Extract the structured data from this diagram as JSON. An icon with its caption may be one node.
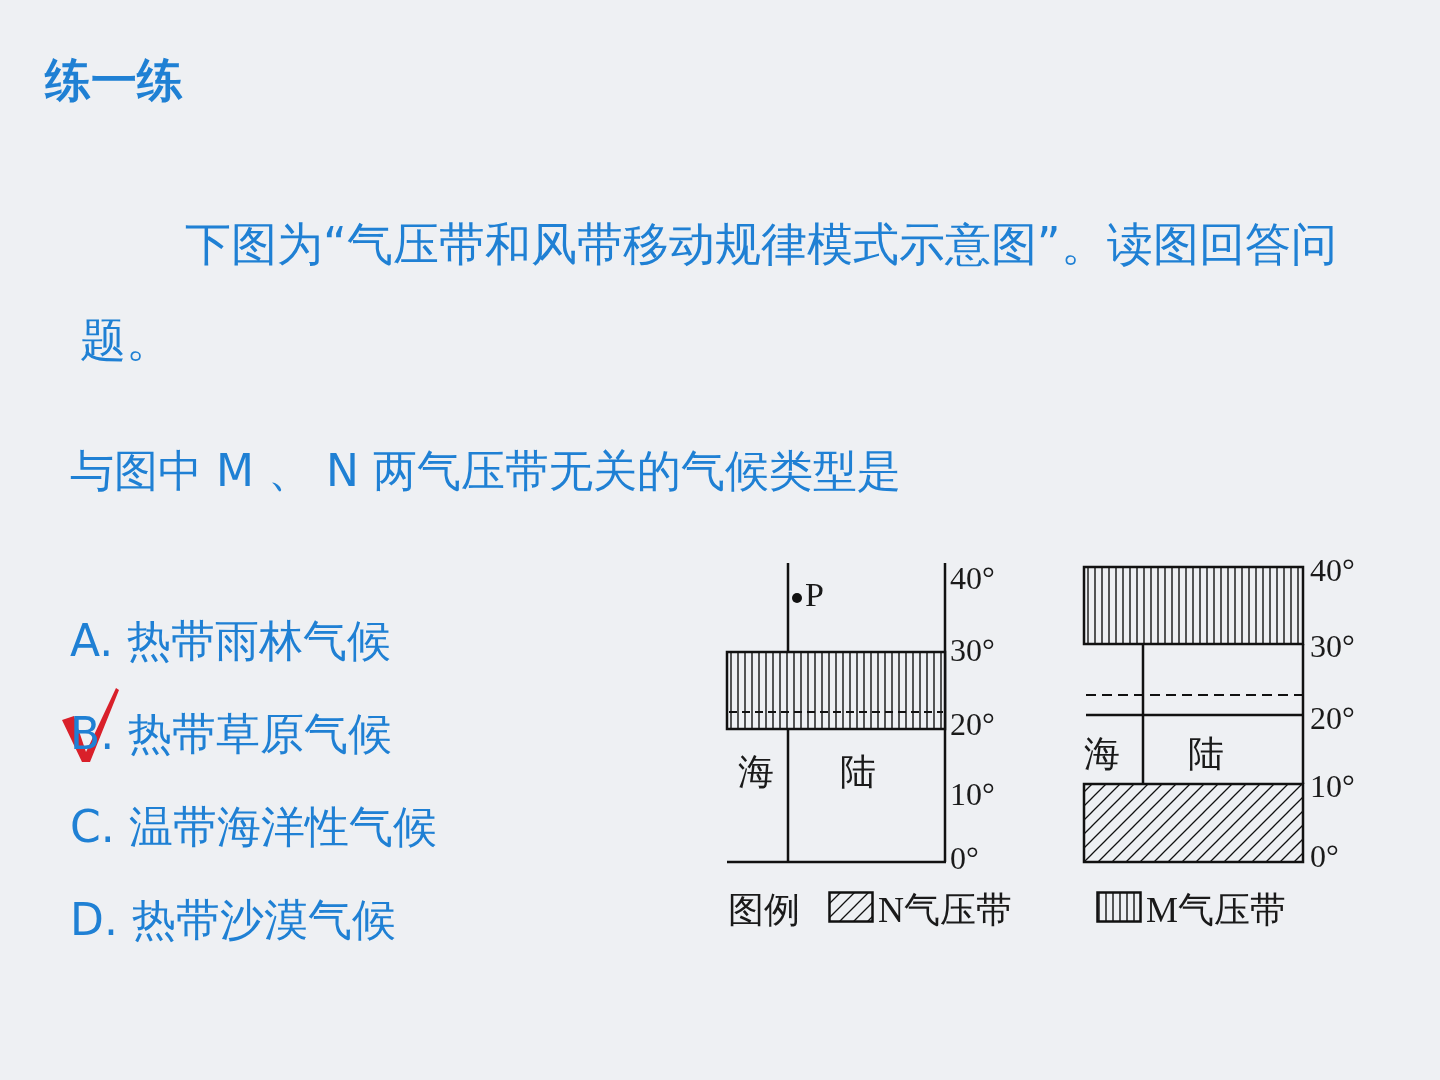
{
  "diagram": {
    "title": "练一练",
    "labels": [
      "下图为“气压带和风带移动规律模式示意图”。读图回答问题。",
      "与图中 M 、 N 两气压带无关的气候类型是",
      "A. 热带雨林气候",
      "B. 热带草原气候",
      "C. 温带海洋性气候",
      "D. 热带沙漠气候",
      "P",
      "40°",
      "30°",
      "20°",
      "10°",
      "0°",
      "海",
      "陆",
      "40°",
      "30°",
      "20°",
      "10°",
      "0°",
      "海",
      "陆",
      "图例"
    ],
    "legend": [
      {
        "text": "N气压带"
      },
      {
        "text": "M气压带"
      }
    ]
  }
}
